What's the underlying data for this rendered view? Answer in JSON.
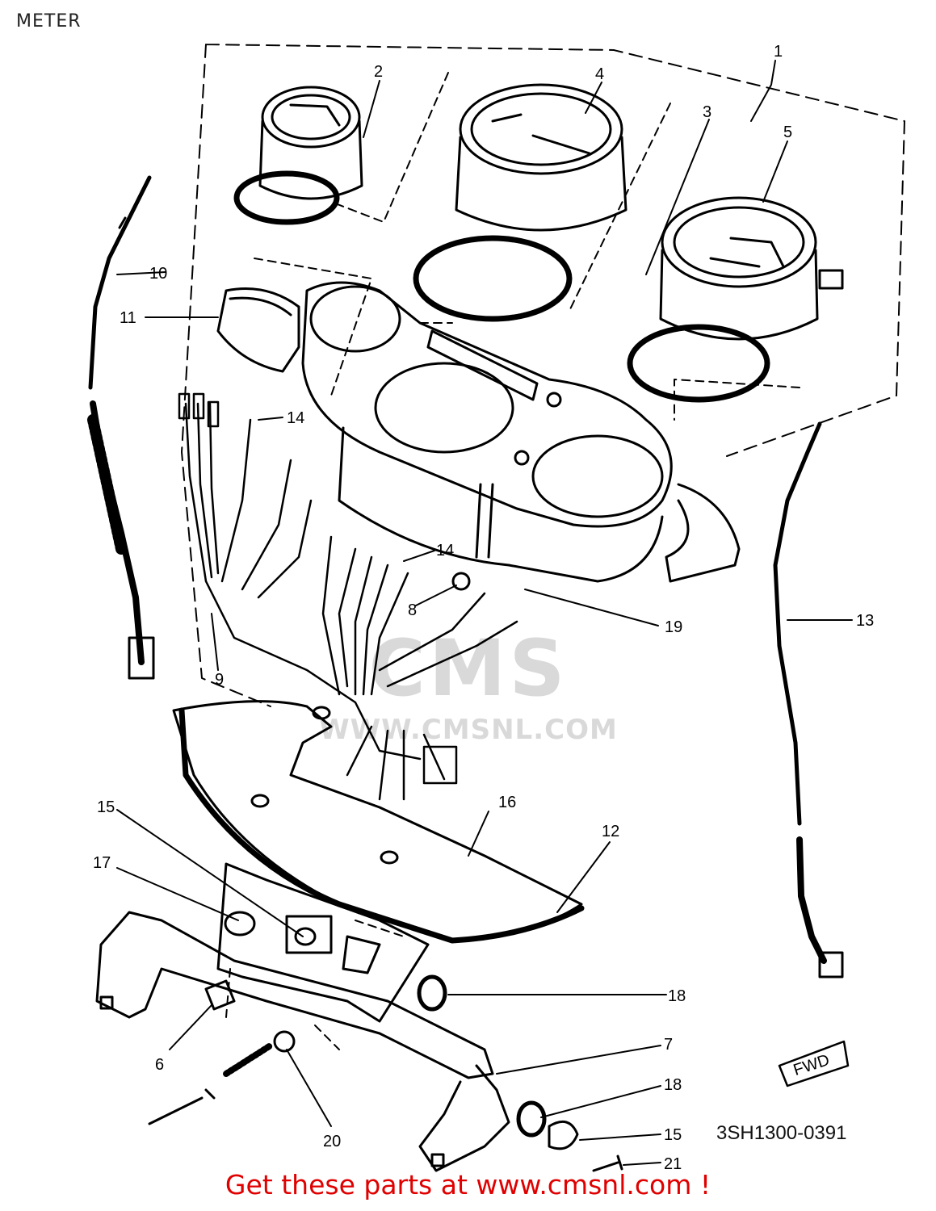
{
  "title": "METER",
  "diagram_code": "3SH1300-0391",
  "watermark": {
    "logo": "CMS",
    "url": "WWW.CMSNL.COM"
  },
  "footer": "Get these parts at www.cmsnl.com !",
  "fwd_label": "FWD",
  "callouts": [
    "1",
    "2",
    "3",
    "4",
    "5",
    "6",
    "7",
    "8",
    "9",
    "10",
    "11",
    "12",
    "13",
    "14",
    "14",
    "15",
    "15",
    "16",
    "17",
    "18",
    "18",
    "19",
    "20",
    "21"
  ],
  "colors": {
    "line": "#000000",
    "footer": "#e00000",
    "watermark": "#d9d9d9"
  }
}
